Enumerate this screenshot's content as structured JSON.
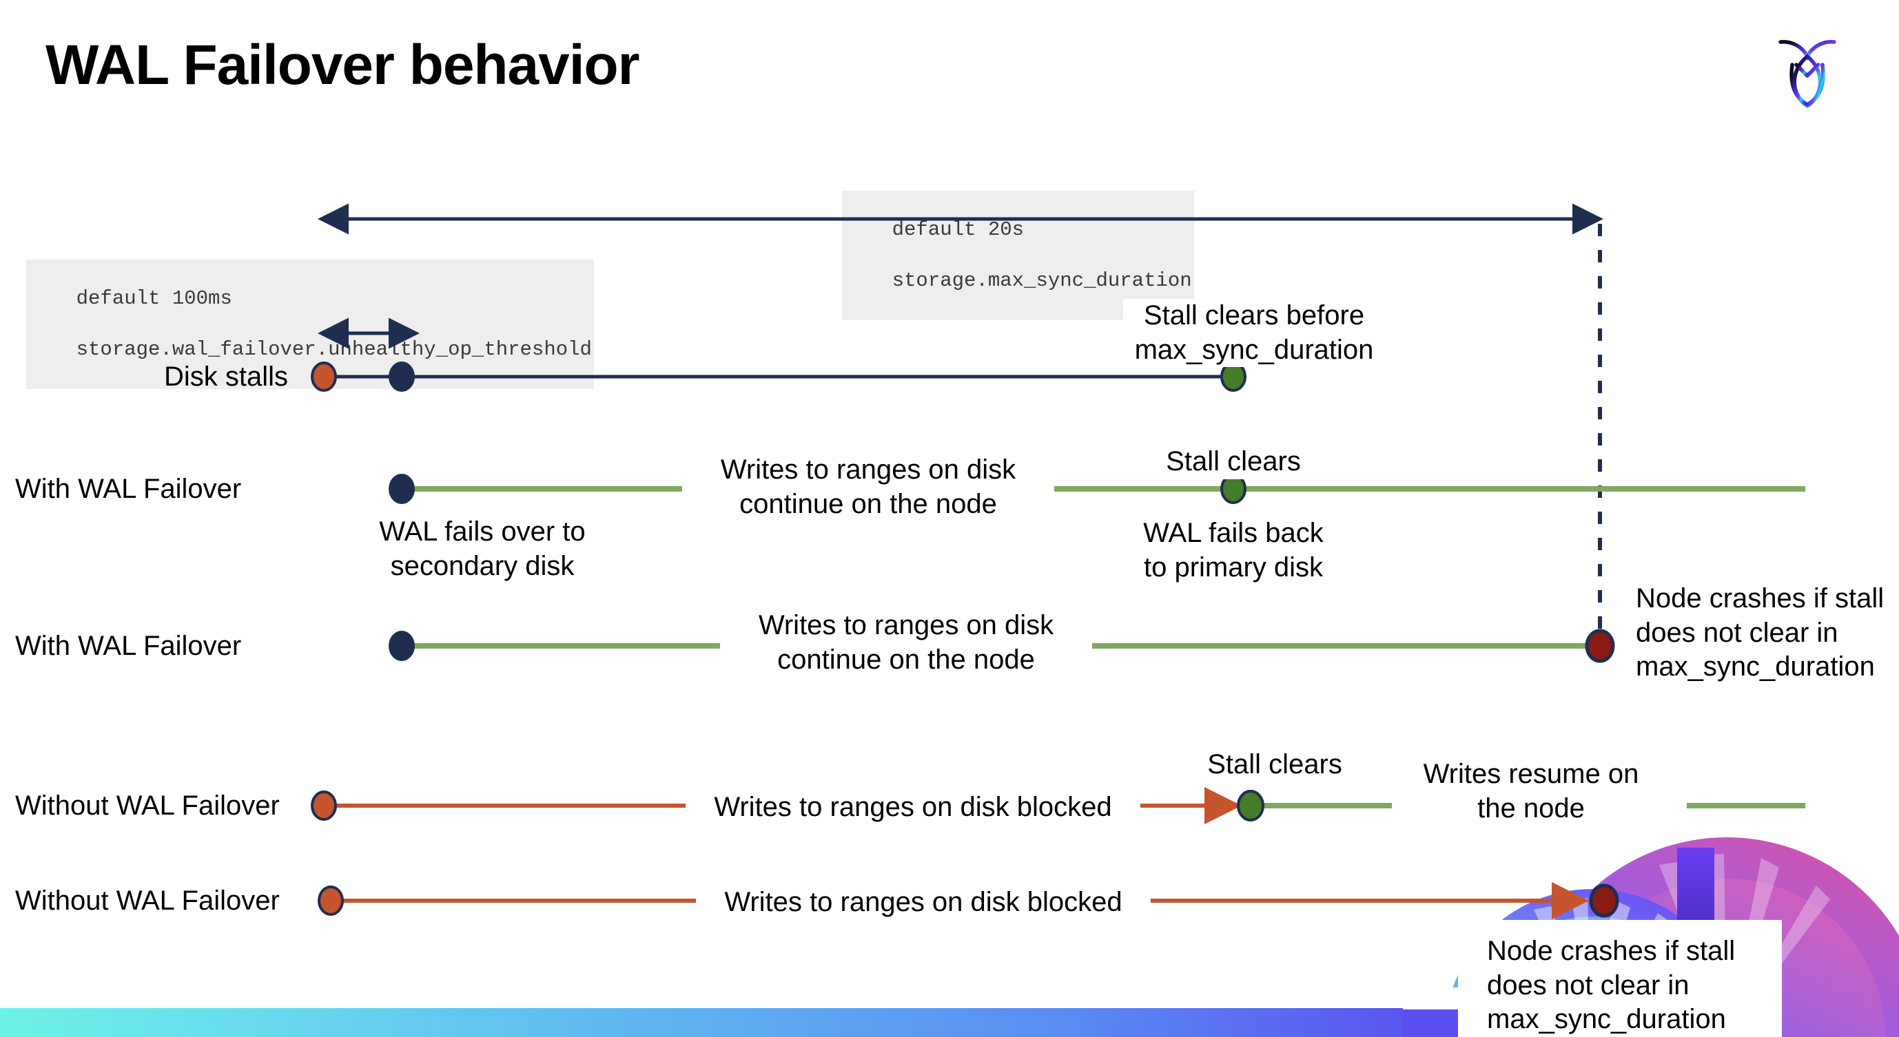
{
  "slide": {
    "title": "WAL Failover behavior",
    "logo_name": "cockroachdb-logo"
  },
  "colors": {
    "navy": "#1f2d50",
    "green_line": "#7fa860",
    "green_dot": "#447c28",
    "orange": "#c4552e",
    "dark_red": "#8b1a14",
    "mono_text": "#3a3a3a",
    "mono_bg": "#eeeeee",
    "bar_gradient_start": "#6ef2e8",
    "bar_gradient_end": "#6b3df2"
  },
  "callouts": {
    "max_sync": {
      "line1": "default 20s",
      "line2": "storage.max_sync_duration"
    },
    "unhealthy_op": {
      "line1": "default 100ms",
      "line2": "storage.wal_failover.unhealthy_op_threshold"
    }
  },
  "rows": [
    {
      "label": "Disk stalls",
      "notes": [
        "Stall clears before\nmax_sync_duration"
      ]
    },
    {
      "label": "With WAL Failover",
      "notes": [
        "Writes to ranges on disk\ncontinue on the node",
        "Stall clears",
        "WAL fails over to\nsecondary disk",
        "WAL fails  back\nto primary disk"
      ]
    },
    {
      "label": "With WAL Failover",
      "notes": [
        "Writes to ranges on disk\ncontinue on the node",
        "Node crashes if stall\ndoes not clear in\nmax_sync_duration"
      ]
    },
    {
      "label": "Without WAL Failover",
      "notes": [
        "Writes to ranges on disk  blocked",
        "Stall clears",
        "Writes resume on\nthe node"
      ]
    },
    {
      "label": "Without WAL Failover",
      "notes": [
        "Writes to ranges on disk  blocked",
        "Node crashes if stall\ndoes not clear in\nmax_sync_duration"
      ]
    }
  ]
}
